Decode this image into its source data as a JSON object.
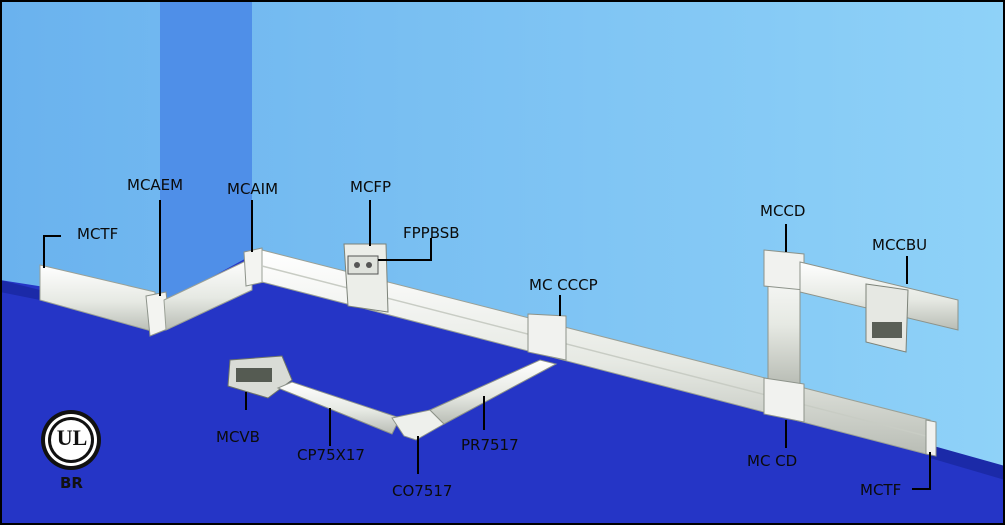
{
  "labels": {
    "mctf_left": "MCTF",
    "mcaem": "MCAEM",
    "mcaim": "MCAIM",
    "mcfp": "MCFP",
    "fppbsb": "FPPBSB",
    "mc_cccp": "MC CCCP",
    "mccd": "MCCD",
    "mccbu": "MCCBU",
    "mcvb": "MCVB",
    "cp75x17": "CP75X17",
    "co7517": "CO7517",
    "pr7517": "PR7517",
    "mc_cd": "MC CD",
    "mctf_right": "MCTF"
  },
  "certification": {
    "logo_text": "UL",
    "region": "BR"
  },
  "colors": {
    "wall": "#7fc6ef",
    "wall_left": "#4a8ee6",
    "floor": "#2233c4",
    "trunking": "#eef0ec",
    "leader": "#000000"
  }
}
